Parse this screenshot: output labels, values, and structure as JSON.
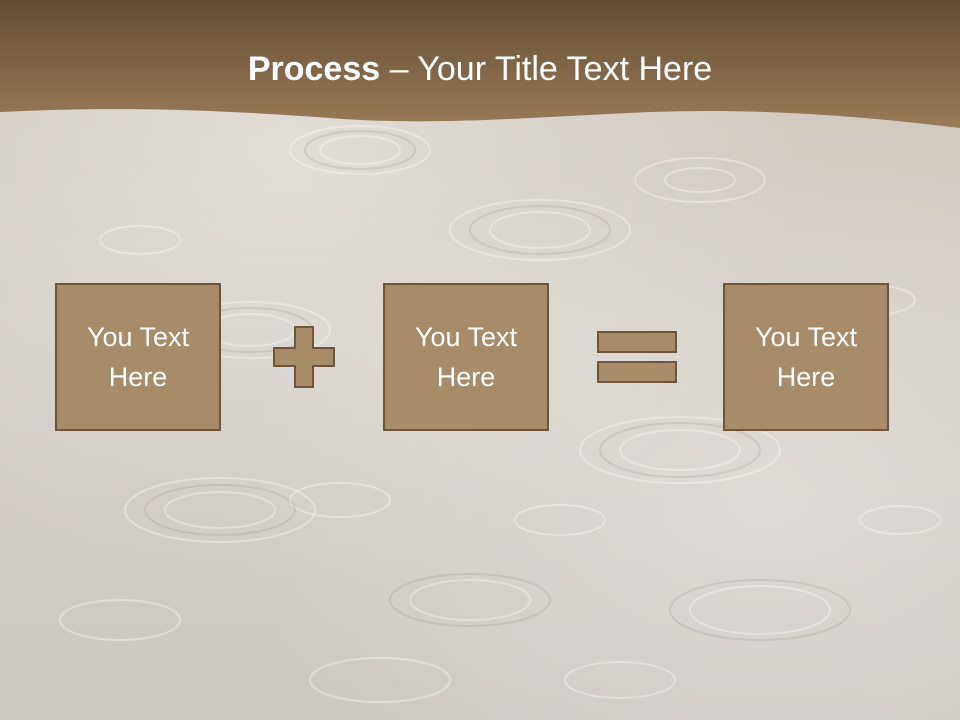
{
  "slide": {
    "title_bold": "Process",
    "title_rest": " – Your Title Text Here",
    "boxes": [
      {
        "text": "You Text Here"
      },
      {
        "text": "You Text Here"
      },
      {
        "text": "You Text Here"
      }
    ],
    "operators": [
      "plus-icon",
      "equals-icon"
    ]
  },
  "colors": {
    "header": "#8c6f4f",
    "box_fill": "#a88b68",
    "box_border": "#6e563d",
    "background": "#d0cac2"
  }
}
